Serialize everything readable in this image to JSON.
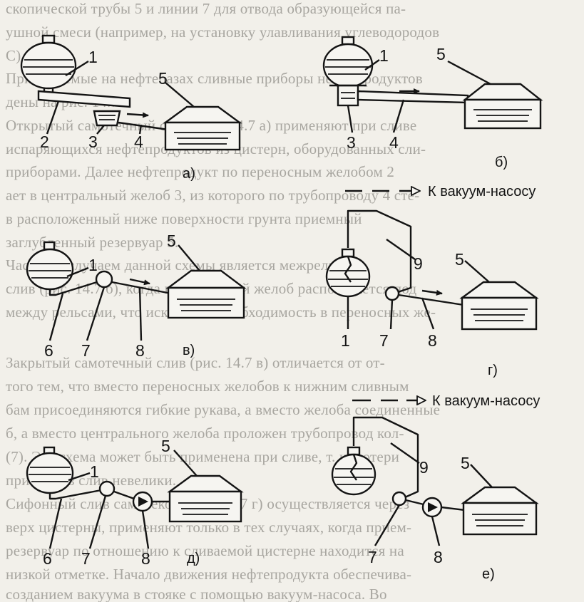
{
  "background_text": [
    "скопической трубы 5 и линии 7 для отвода образующейся па-",
    "ушной смеси (например, на установку улавливания углеводородов",
    "С).",
    "Применяемые на нефтебазах сливные приборы нефтепродуктов",
    "дены на рис. 14.7.",
    "Открытый самотечный слив (рис. 14.7 а) применяют при сливе",
    "испаряющихся нефтепродуктов из цистерн, оборудованных сли-",
    "приборами. Далее нефтепродукт по переносным желобом 2",
    "ает в центральный желоб 3, из которого по трубопроводу 4 сте-",
    "в расположенный ниже поверхности грунта приемный",
    "заглубленный резервуар 5.",
    "Частным случаем данной схемы является межрельсо-",
    "слив (рис. 14.7 б), когда центральный желоб располагается под",
    "между рельсами, что исключает необходимость в переносных же-",
    "",
    "Закрытый самотечный слив (рис. 14.7 в) отличается от от-",
    "того тем, что вместо переносных желобов к нижним сливным",
    "бам присоединяются гибкие рукава, а вместо желоба соединенные",
    "б, а вместо центрального желоба проложен трубопровод кол-",
    "(7). Эта схема может быть применена при сливе, т. к. потери",
    "при этом в слив невелики.",
    "Сифонный слив самотеком (рис. 14.7 г) осуществляется через",
    "верх цистерны, применяют только в тех случаях, когда прием-",
    "резервуар по отношению к сливаемой цистерне находится на",
    "низкой отметке. Начало движения нефтепродукта обеспечива-",
    "созданием вакуума в стояке с помощью вакуум-насоса. Во"
  ],
  "panels": [
    {
      "id": "a",
      "caption": "а)",
      "labels": [
        "1",
        "2",
        "3",
        "4",
        "5"
      ]
    },
    {
      "id": "b",
      "caption": "б)",
      "labels": [
        "1",
        "3",
        "4",
        "5"
      ]
    },
    {
      "id": "v",
      "caption": "в)",
      "labels": [
        "1",
        "6",
        "7",
        "8",
        "5"
      ]
    },
    {
      "id": "g",
      "caption": "г)",
      "labels": [
        "1",
        "9",
        "5",
        "7",
        "8"
      ],
      "vacuum_note": "К вакуум-насосу"
    },
    {
      "id": "d",
      "caption": "д)",
      "labels": [
        "1",
        "6",
        "7",
        "8",
        "5"
      ]
    },
    {
      "id": "e",
      "caption": "е)",
      "labels": [
        "9",
        "5",
        "7",
        "8"
      ],
      "vacuum_note": "К вакуум-насосу"
    }
  ]
}
